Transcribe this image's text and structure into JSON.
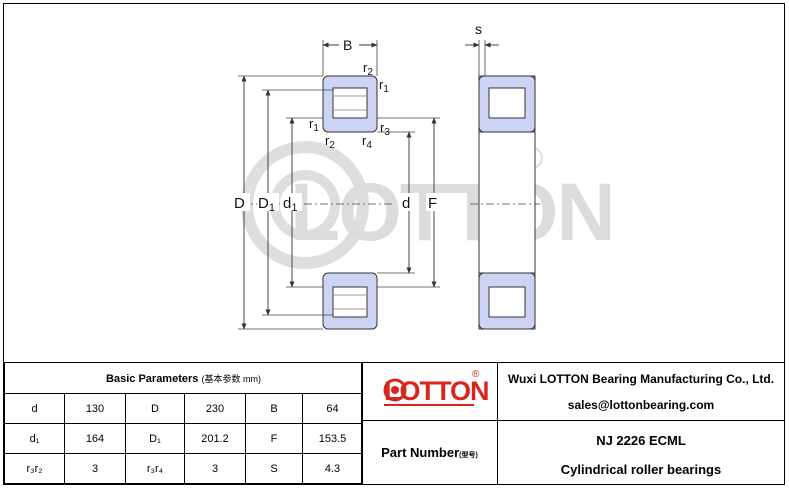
{
  "drawing": {
    "labels": {
      "B": "B",
      "s": "s",
      "r1": "r",
      "r1_sub": "1",
      "r2": "r",
      "r2_sub": "2",
      "r3": "r",
      "r3_sub": "3",
      "r4": "r",
      "r4_sub": "4",
      "D": "D",
      "D1": "D",
      "D1_sub": "1",
      "d1": "d",
      "d1_sub": "1",
      "d": "d",
      "F": "F"
    },
    "watermark": {
      "text": "LOTTON",
      "registered": "®"
    },
    "colors": {
      "ring": "#cdd3f4",
      "line": "#333333",
      "watermark": "#dcdcdc"
    }
  },
  "table": {
    "title": "Basic Parameters",
    "title_sub": "(基本参数 mm)",
    "rows": [
      [
        {
          "label": "d",
          "value": "130"
        },
        {
          "label": "D",
          "value": "230"
        },
        {
          "label": "B",
          "value": "64"
        }
      ],
      [
        {
          "label": "d₁",
          "value": "164"
        },
        {
          "label": "D₁",
          "value": "201.2"
        },
        {
          "label": "F",
          "value": "153.5"
        }
      ],
      [
        {
          "label": "r₃r₂",
          "value": "3"
        },
        {
          "label": "r₃r₄",
          "value": "3"
        },
        {
          "label": "S",
          "value": "4.3"
        }
      ]
    ]
  },
  "logo": {
    "text": "LOTTON",
    "registered": "®",
    "color": "#d8261c"
  },
  "company": {
    "name": "Wuxi LOTTON Bearing Manufacturing Co., Ltd.",
    "email": "sales@lottonbearing.com"
  },
  "part": {
    "label": "Part Number",
    "label_sub": "(型号)",
    "number": "NJ  2226 ECML",
    "type": "Cylindrical roller bearings"
  }
}
